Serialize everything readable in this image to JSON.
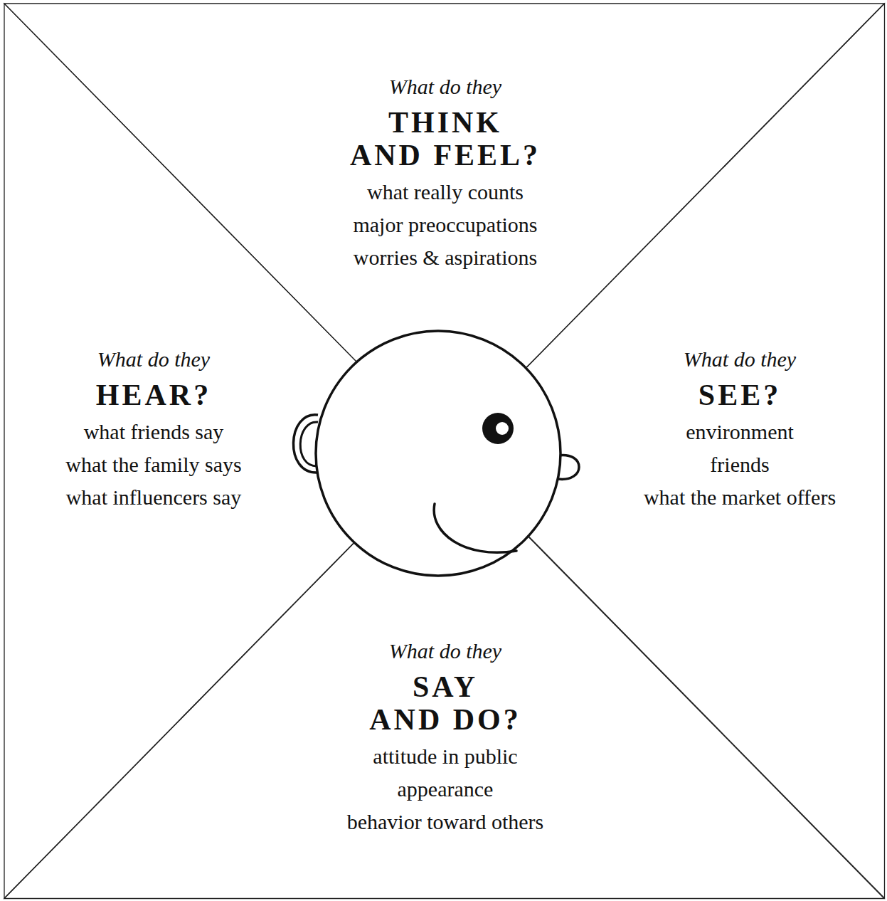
{
  "diagram": {
    "nodes": [
      {
        "text": [
          "What do they",
          "THINK AND FEEL?",
          "what really counts",
          "major preoccupations",
          "worries & aspirations"
        ]
      },
      {
        "text": [
          "What do they",
          "HEAR?",
          "what friends say",
          "what the family says",
          "what influencers say"
        ]
      },
      {
        "text": [
          "What do they",
          "SEE?",
          "environment",
          "friends",
          "what the market offers"
        ]
      },
      {
        "text": [
          "What do they",
          "SAY AND DO?",
          "attitude in public",
          "appearance",
          "behavior toward others"
        ]
      }
    ]
  }
}
